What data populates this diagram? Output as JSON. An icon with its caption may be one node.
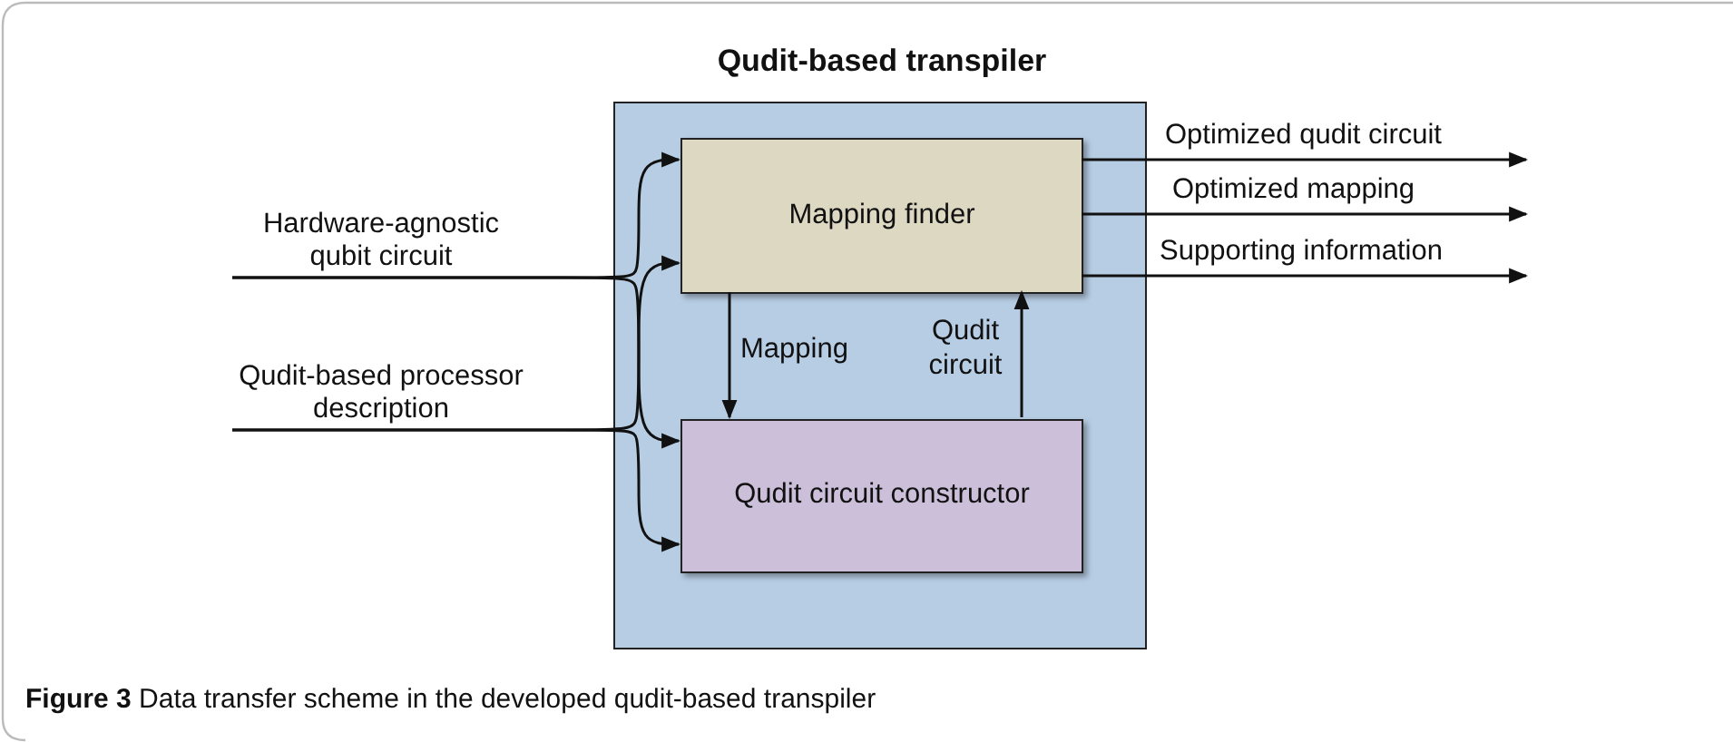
{
  "diagram": {
    "caption": "**Figure 3** Data transfer scheme in the developed qudit-based transpiler",
    "nodes": [
      {
        "text": [
          "Qudit-based transpiler"
        ]
      },
      {
        "text": [
          "Mapping finder"
        ],
        "in": 0
      },
      {
        "text": [
          "Qudit circuit constructor"
        ],
        "in": 0
      },
      {
        "text": [
          "Hardware-agnostic qubit circuit"
        ]
      },
      {
        "text": [
          "Qudit-based processor description"
        ]
      }
    ],
    "edges": [
      {
        "from": 3,
        "to": 1,
        "arrow": "to"
      },
      {
        "from": 3,
        "to": 2,
        "arrow": "to"
      },
      {
        "from": 4,
        "to": 1,
        "arrow": "to"
      },
      {
        "from": 4,
        "to": 2,
        "arrow": "to"
      },
      {
        "from": 1,
        "to": 2,
        "arrow": "to",
        "label": "Mapping"
      },
      {
        "from": 2,
        "to": 1,
        "arrow": "to",
        "label": "Qudit circuit"
      },
      {
        "from": 1,
        "to": null,
        "arrow": "to",
        "label": "Optimized qudit circuit"
      },
      {
        "from": 1,
        "to": null,
        "arrow": "to",
        "label": "Optimized mapping"
      },
      {
        "from": 1,
        "to": null,
        "arrow": "to",
        "label": "Supporting information"
      }
    ]
  }
}
